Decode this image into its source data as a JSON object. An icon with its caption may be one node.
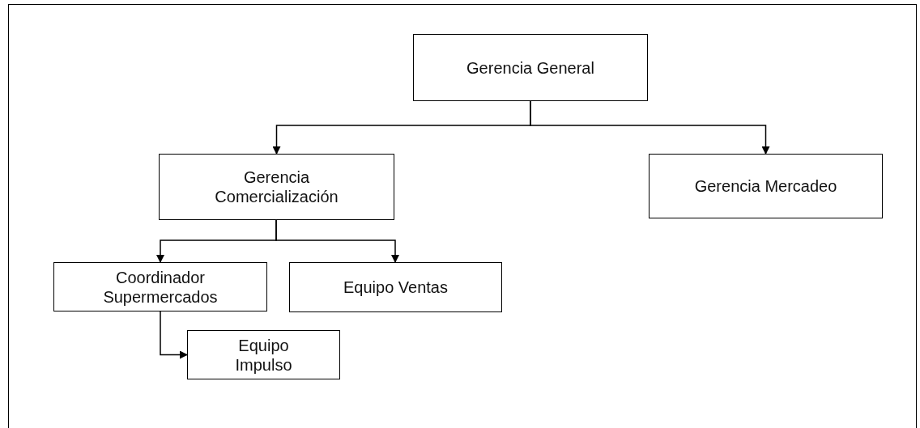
{
  "diagram": {
    "nodes": [
      {
        "text": [
          "Gerencia General"
        ]
      },
      {
        "text": [
          "Gerencia Comercialización"
        ]
      },
      {
        "text": [
          "Gerencia Mercadeo"
        ]
      },
      {
        "text": [
          "Coordinador Supermercados"
        ]
      },
      {
        "text": [
          "Equipo Ventas"
        ]
      },
      {
        "text": [
          "Equipo Impulso"
        ]
      }
    ],
    "edges": [
      {
        "from": 0,
        "to": 1,
        "arrow": "to"
      },
      {
        "from": 0,
        "to": 2,
        "arrow": "to"
      },
      {
        "from": 1,
        "to": 3,
        "arrow": "to"
      },
      {
        "from": 1,
        "to": 4,
        "arrow": "to"
      },
      {
        "from": 3,
        "to": 5,
        "arrow": "to"
      }
    ]
  }
}
